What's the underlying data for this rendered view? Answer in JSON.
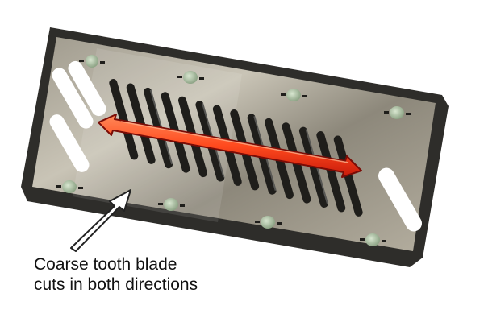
{
  "caption": {
    "line1": "Coarse tooth blade",
    "line2": "cuts in both directions"
  },
  "colors": {
    "blade_light": "#b8b2a4",
    "blade_dark": "#5a564c",
    "rubber_edge": "#2b2a27",
    "rivet": "#a9bfa1",
    "arrow_core": "#ff6a3d",
    "arrow_edge": "#7a0c06",
    "pointer": "#222222"
  },
  "icons": {
    "direction_arrow": "double-headed-arrow",
    "pointer": "outlined-arrow"
  }
}
